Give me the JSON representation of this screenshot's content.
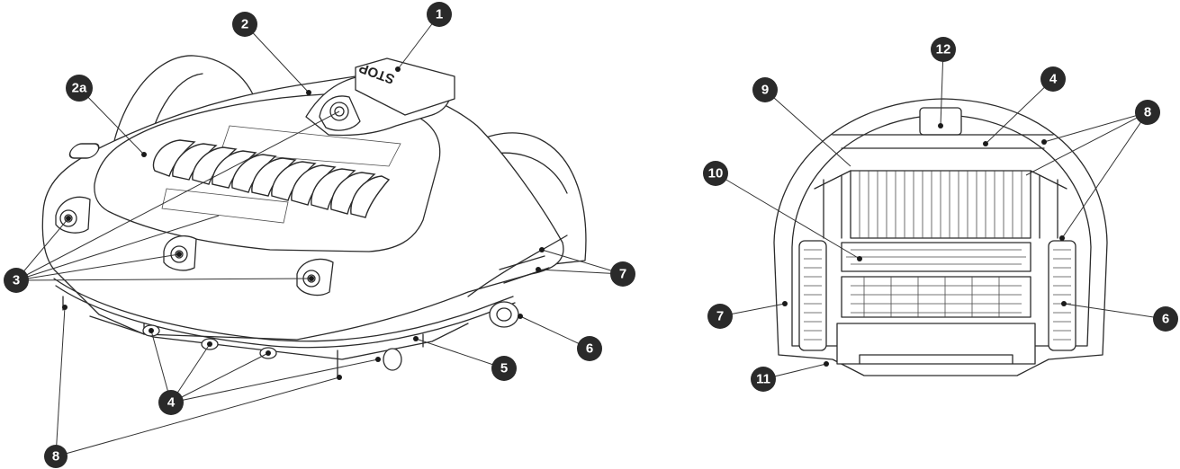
{
  "stop_label": "STOP",
  "callouts": [
    {
      "id": "c1",
      "label": "1"
    },
    {
      "id": "c2",
      "label": "2"
    },
    {
      "id": "c2a",
      "label": "2a"
    },
    {
      "id": "c3",
      "label": "3"
    },
    {
      "id": "c4",
      "label": "4"
    },
    {
      "id": "c5",
      "label": "5"
    },
    {
      "id": "c6",
      "label": "6"
    },
    {
      "id": "c7",
      "label": "7"
    },
    {
      "id": "c8",
      "label": "8"
    },
    {
      "id": "r12",
      "label": "12"
    },
    {
      "id": "r4",
      "label": "4"
    },
    {
      "id": "r9",
      "label": "9"
    },
    {
      "id": "r8",
      "label": "8"
    },
    {
      "id": "r10",
      "label": "10"
    },
    {
      "id": "r7",
      "label": "7"
    },
    {
      "id": "r6",
      "label": "6"
    },
    {
      "id": "r11",
      "label": "11"
    }
  ]
}
